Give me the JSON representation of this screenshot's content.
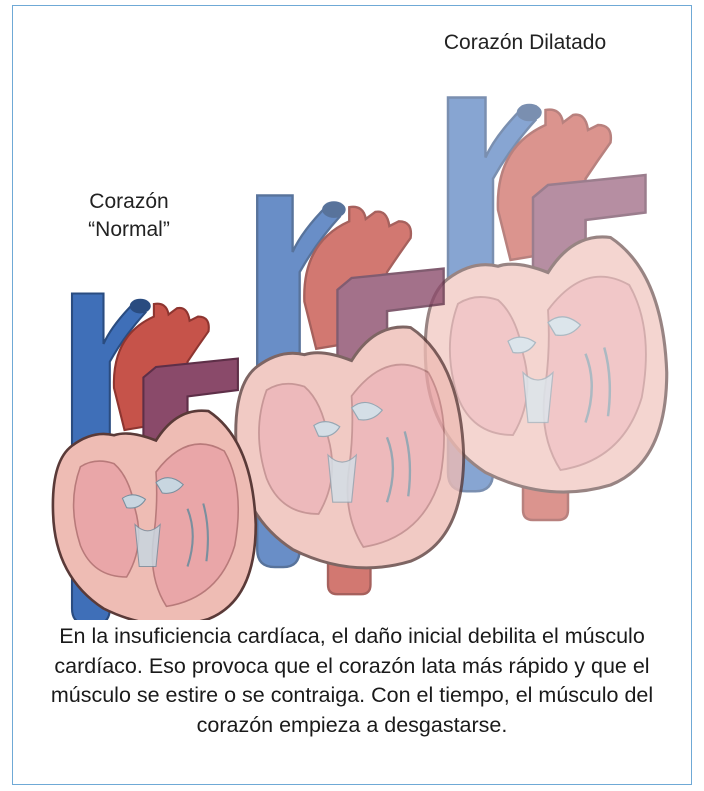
{
  "labels": {
    "normal_line1": "Corazón",
    "normal_line2": "“Normal”",
    "dilated": "Corazón Dilatado"
  },
  "caption": "En la insuficiencia cardíaca, el daño inicial debilita el músculo cardíaco. Eso provoca que el corazón lata más rápido y que el músculo se estire o se contraiga. Con el tiempo, el músculo del corazón empieza a desgastarse.",
  "colors": {
    "frame_border": "#6fa9d6",
    "vein_blue": "#3f6fb8",
    "aorta_red": "#c6534a",
    "pulmonary_purple": "#8a4a6a",
    "muscle_pink": "#eebcb4",
    "chamber_pink": "#e9a6a8",
    "valve_gray": "#c8d6e0"
  },
  "illustration": {
    "hearts": [
      "normal-heart",
      "middle-heart",
      "dilated-heart"
    ]
  }
}
